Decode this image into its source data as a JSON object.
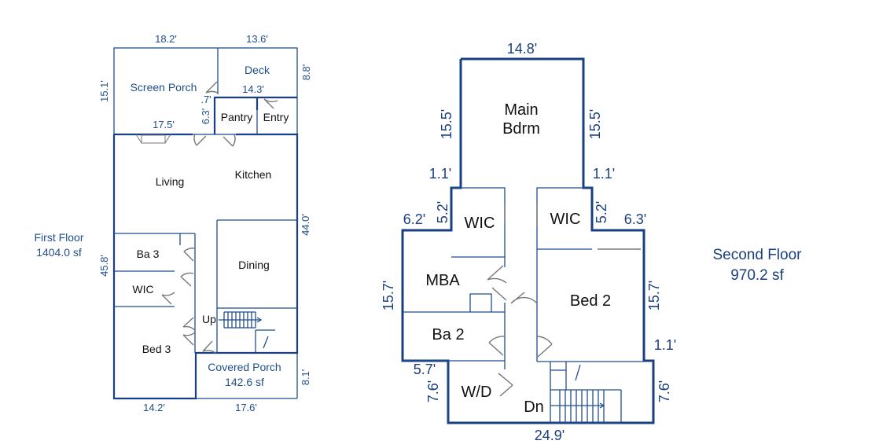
{
  "first_floor": {
    "title": "First Floor",
    "area": "1404.0 sf",
    "rooms": {
      "screen_porch": "Screen Porch",
      "deck": "Deck",
      "pantry": "Pantry",
      "entry": "Entry",
      "living": "Living",
      "kitchen": "Kitchen",
      "ba3": "Ba 3",
      "dining": "Dining",
      "wic": "WIC",
      "up": "Up",
      "bed3": "Bed 3",
      "covered_porch": "Covered Porch",
      "covered_porch_area": "142.6 sf"
    },
    "dims": {
      "top_left": "18.2'",
      "top_right": "13.6'",
      "left_porch": "15.1'",
      "right_deck": "8.8'",
      "pantry_w": "14.3'",
      "small": ".7'",
      "pantry_h": "6.3'",
      "living_w": "17.5'",
      "right_main": "44.0'",
      "left_main": "45.8'",
      "right_porch": "8.1'",
      "bottom_left": "14.2'",
      "bottom_right": "17.6'"
    }
  },
  "second_floor": {
    "title": "Second Floor",
    "area": "970.2 sf",
    "rooms": {
      "main_bdrm_1": "Main",
      "main_bdrm_2": "Bdrm",
      "wic_left": "WIC",
      "wic_right": "WIC",
      "mba": "MBA",
      "bed2": "Bed 2",
      "ba2": "Ba 2",
      "wd": "W/D",
      "dn": "Dn"
    },
    "dims": {
      "top": "14.8'",
      "left_bdrm": "15.5'",
      "right_bdrm": "15.5'",
      "left_step": "1.1'",
      "right_step": "1.1'",
      "left_wic_h": "5.2'",
      "right_wic_h": "5.2'",
      "left_wing": "6.2'",
      "right_wing": "6.3'",
      "left_side": "15.7'",
      "right_side": "15.7'",
      "right_low_step": "1.1'",
      "left_low": "5.7'",
      "left_wd": "7.6'",
      "right_stair": "7.6'",
      "bottom": "24.9'"
    }
  }
}
